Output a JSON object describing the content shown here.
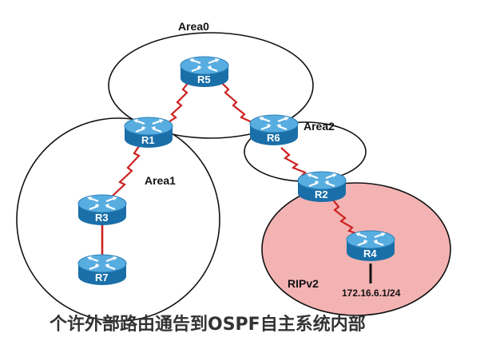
{
  "areas": {
    "area0": "Area0",
    "area1": "Area1",
    "area2": "Area2",
    "ripv2": "RIPv2"
  },
  "routers": {
    "r1": "R1",
    "r2": "R2",
    "r3": "R3",
    "r4": "R4",
    "r5": "R5",
    "r6": "R6",
    "r7": "R7"
  },
  "network_label": "172.16.6.1/24",
  "caption": "个许外部路由通告到OSPF自主系统内部",
  "colors": {
    "serial_link": "#cc2222",
    "router_body": "#1a7bb8",
    "router_top": "#5fb4e6",
    "ripv2_fill": "#f4b3b3"
  }
}
